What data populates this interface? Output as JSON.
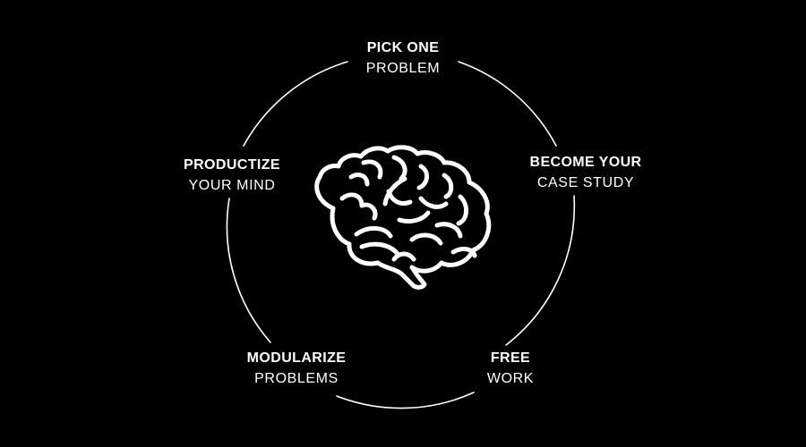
{
  "colors": {
    "background": "#000000",
    "foreground": "#ffffff",
    "ring": "#ffffff"
  },
  "center_icon": "brain-icon",
  "steps": [
    {
      "bold": "PICK ONE",
      "light": "PROBLEM"
    },
    {
      "bold": "BECOME YOUR",
      "light": "CASE STUDY"
    },
    {
      "bold": "FREE",
      "light": "WORK"
    },
    {
      "bold": "MODULARIZE",
      "light": "PROBLEMS"
    },
    {
      "bold": "PRODUCTIZE",
      "light": "YOUR MIND"
    }
  ]
}
